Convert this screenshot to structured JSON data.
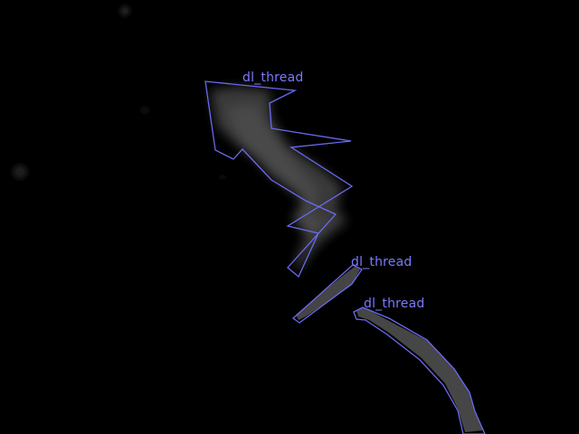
{
  "annotations": [
    {
      "label": "dl_thread"
    },
    {
      "label": "dl_thread"
    },
    {
      "label": "dl_thread"
    }
  ],
  "colors": {
    "background": "#000000",
    "outline": "#6a6af2",
    "label": "#7a7aff",
    "region_fill": "#4a4a4a"
  }
}
